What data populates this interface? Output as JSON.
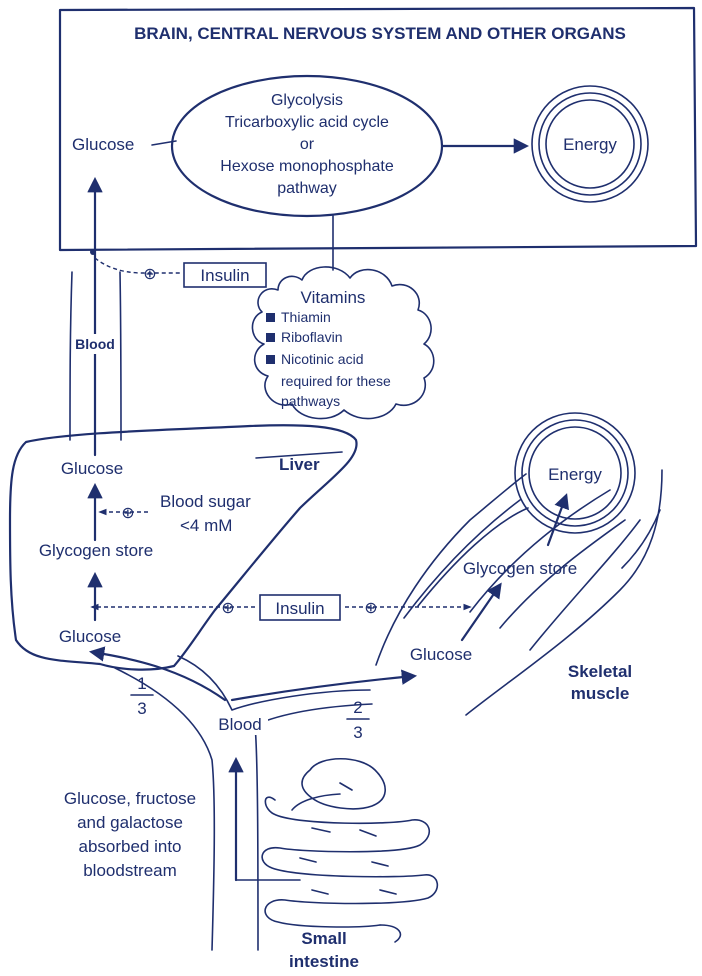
{
  "organs_box": {
    "title": "BRAIN, CENTRAL NERVOUS SYSTEM AND OTHER ORGANS"
  },
  "brain": {
    "glucose": "Glucose",
    "pathway_lines": [
      "Glycolysis",
      "Tricarboxylic acid cycle",
      "or",
      "Hexose monophosphate",
      "pathway"
    ],
    "energy": "Energy"
  },
  "insulin_top": {
    "symbol": "⊕",
    "label": "Insulin"
  },
  "vitamins": {
    "title": "Vitamins",
    "items": [
      "Thiamin",
      "Riboflavin",
      "Nicotinic acid"
    ],
    "note_lines": [
      "required for these",
      "pathways"
    ]
  },
  "blood_labels": {
    "upper": "Blood",
    "lower": "Blood"
  },
  "liver": {
    "label": "Liver",
    "glucose_top": "Glucose",
    "blood_sugar_line1": "Blood sugar",
    "blood_sugar_line2": "<4 mM",
    "symbol": "⊕",
    "glycogen": "Glycogen store",
    "glucose_bottom": "Glucose"
  },
  "insulin_middle": {
    "symbol_left": "⊕",
    "label": "Insulin",
    "symbol_right": "⊕"
  },
  "fractions": {
    "liver": {
      "numerator": "1",
      "denominator": "3"
    },
    "muscle": {
      "numerator": "2",
      "denominator": "3"
    }
  },
  "muscle": {
    "energy": "Energy",
    "glycogen": "Glycogen store",
    "glucose": "Glucose",
    "label_line1": "Skeletal",
    "label_line2": "muscle"
  },
  "absorption": {
    "lines": [
      "Glucose, fructose",
      "and galactose",
      "absorbed into",
      "bloodstream"
    ]
  },
  "intestine": {
    "label_line1": "Small",
    "label_line2": "intestine"
  }
}
